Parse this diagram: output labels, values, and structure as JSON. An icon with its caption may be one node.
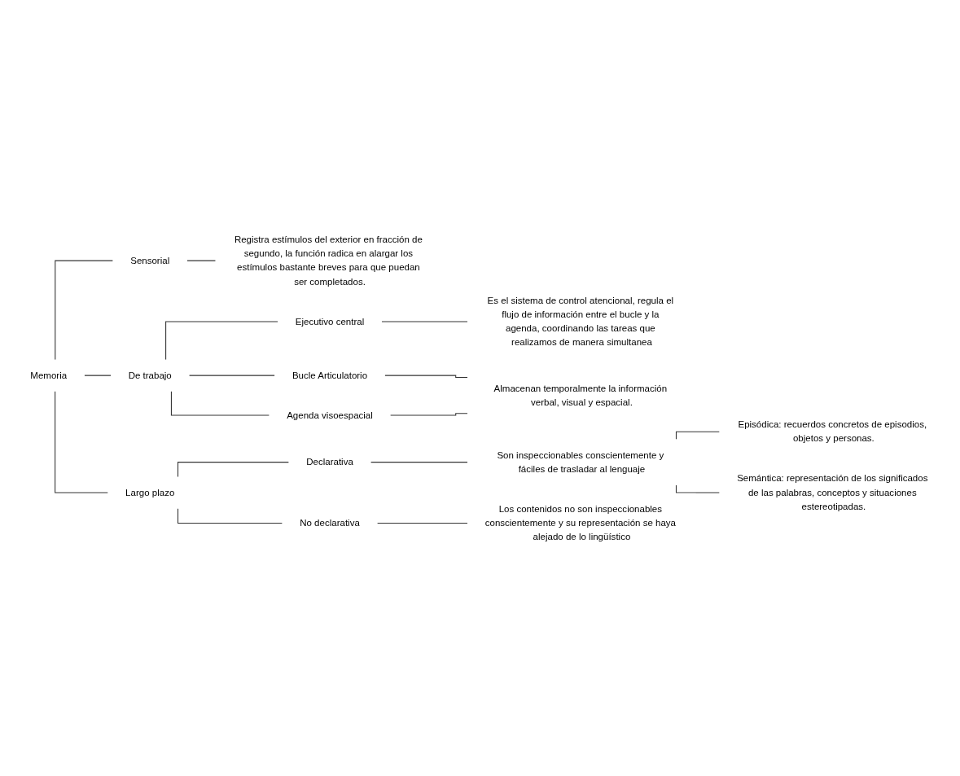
{
  "diagram": {
    "nodes": [
      {
        "text": [
          "Memoria"
        ]
      },
      {
        "text": [
          "Sensorial"
        ]
      },
      {
        "text": [
          "Registra estímulos del exterior en fracción de segundo, la función radica en alargar los estímulos bastante breves para que puedan ser completados."
        ]
      },
      {
        "text": [
          "De trabajo"
        ]
      },
      {
        "text": [
          "Ejecutivo central"
        ]
      },
      {
        "text": [
          "Es el sistema de control atencional, regula el flujo de información entre el bucle y la agenda, coordinando las tareas que realizamos de manera simultanea"
        ]
      },
      {
        "text": [
          "Bucle Articulatorio"
        ]
      },
      {
        "text": [
          "Agenda visoespacial"
        ]
      },
      {
        "text": [
          "Almacenan temporalmente la información verbal, visual y espacial."
        ]
      },
      {
        "text": [
          "Largo plazo"
        ]
      },
      {
        "text": [
          "Declarativa"
        ]
      },
      {
        "text": [
          "Son inspeccionables conscientemente y fáciles de trasladar al lenguaje"
        ]
      },
      {
        "text": [
          "Episódica: recuerdos concretos de episodios, objetos y personas."
        ]
      },
      {
        "text": [
          "Semántica: representación de los significados de las palabras, conceptos y situaciones estereotipadas."
        ]
      },
      {
        "text": [
          "No declarativa"
        ]
      },
      {
        "text": [
          "Los contenidos no son inspeccionables conscientemente y su representación se haya alejado de lo lingüístico"
        ]
      }
    ],
    "edges": [
      {
        "from": 0,
        "to": 1,
        "arrow": "none"
      },
      {
        "from": 0,
        "to": 3,
        "arrow": "none"
      },
      {
        "from": 0,
        "to": 9,
        "arrow": "none"
      },
      {
        "from": 1,
        "to": 2,
        "arrow": "none"
      },
      {
        "from": 3,
        "to": 4,
        "arrow": "none"
      },
      {
        "from": 3,
        "to": 6,
        "arrow": "none"
      },
      {
        "from": 3,
        "to": 7,
        "arrow": "none"
      },
      {
        "from": 4,
        "to": 5,
        "arrow": "none"
      },
      {
        "from": 6,
        "to": 8,
        "arrow": "none"
      },
      {
        "from": 7,
        "to": 8,
        "arrow": "none"
      },
      {
        "from": 9,
        "to": 10,
        "arrow": "none"
      },
      {
        "from": 9,
        "to": 14,
        "arrow": "none"
      },
      {
        "from": 10,
        "to": 11,
        "arrow": "none"
      },
      {
        "from": 11,
        "to": 12,
        "arrow": "none"
      },
      {
        "from": 11,
        "to": 13,
        "arrow": "none"
      },
      {
        "from": 14,
        "to": 15,
        "arrow": "none"
      }
    ]
  }
}
